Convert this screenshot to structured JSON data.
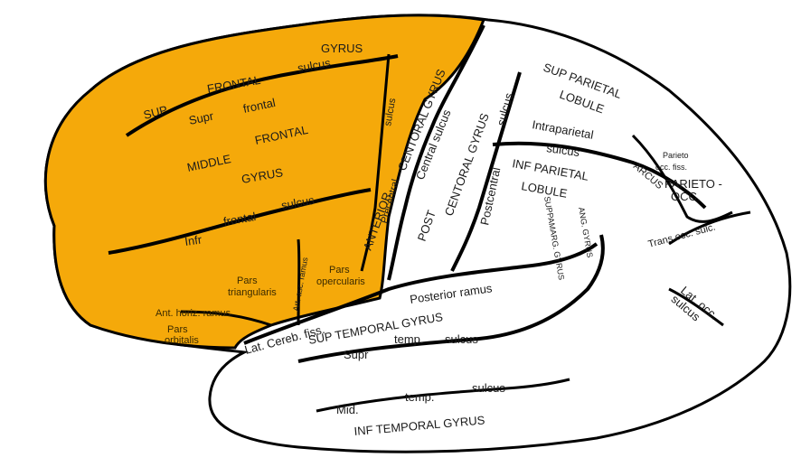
{
  "colors": {
    "frontal_lobe": "#f5a90a",
    "outline": "#000000",
    "background": "#ffffff"
  },
  "labels": {
    "gyrus_top": "GYRUS",
    "sup": "SUP",
    "frontal_top": "FRONTAL",
    "sulcus_sup_frontal": "sulcus",
    "supr": "Supr",
    "frontal_lower": "frontal",
    "sulcus_central_left": "sulcus",
    "centoral_gyrus": "CENTORAL GYRUS",
    "central_sulcus": "Central sulcus",
    "middle": "MIDDLE",
    "frontal_mid": "FRONTAL",
    "gyrus_mid": "GYRUS",
    "precentral": "Precentral",
    "anterior": "ANTERIOR",
    "infr": "Infr",
    "frontal_inf": "frontal",
    "sulcus_inf": "sulcus",
    "pars_triangularis": "Pars\ntriangularis",
    "art_asc_ramus": "Art. asc. ramus",
    "pars_opercularis": "Pars\nopercularis",
    "ant_horiz_ramus": "Ant. horiz. ramus",
    "pars_orbitalis": "Pars\norbitalis",
    "lat_cereb_fiss": "Lat. Cereb. fiss.",
    "post": "POST",
    "centoral_gyrus_post": "CENTORAL GYRUS",
    "sulcus_post": "sulcus",
    "postcentral": "Postcentral",
    "sup_parietal": "SUP PARIETAL",
    "lobule_sup": "LOBULE",
    "intraparietal": "Intraparietal",
    "sulcus_intra": "sulcus",
    "inf_parietal": "INF PARIETAL",
    "lobule_inf": "LOBULE",
    "suppramarg_gyrus": "SUPPAMARG. GYRUS",
    "ang_gyrus": "ANG. GYRUS",
    "parieto_occ_fiss": "Parieto\nocc. fiss.",
    "arcus": "ARCUS",
    "parieto_occ": "PARIETO -\nOCC.",
    "trans_occ_sulc": "Trans  occ. sulc.",
    "lat_occ_sulcus": "Lat. occ.\nsulcus",
    "posterior_ramus": "Posterior  ramus",
    "sup_temporal_gyrus": "SUP  TEMPORAL  GYRUS",
    "supr_temp": "Supr",
    "temp_sup": "temp.",
    "sulcus_temp_sup": "sulcus",
    "mid": "Mid.",
    "temp_mid": "temp.",
    "sulcus_temp_mid": "sulcus",
    "inf_temporal_gyrus": "INF  TEMPORAL  GYRUS"
  }
}
